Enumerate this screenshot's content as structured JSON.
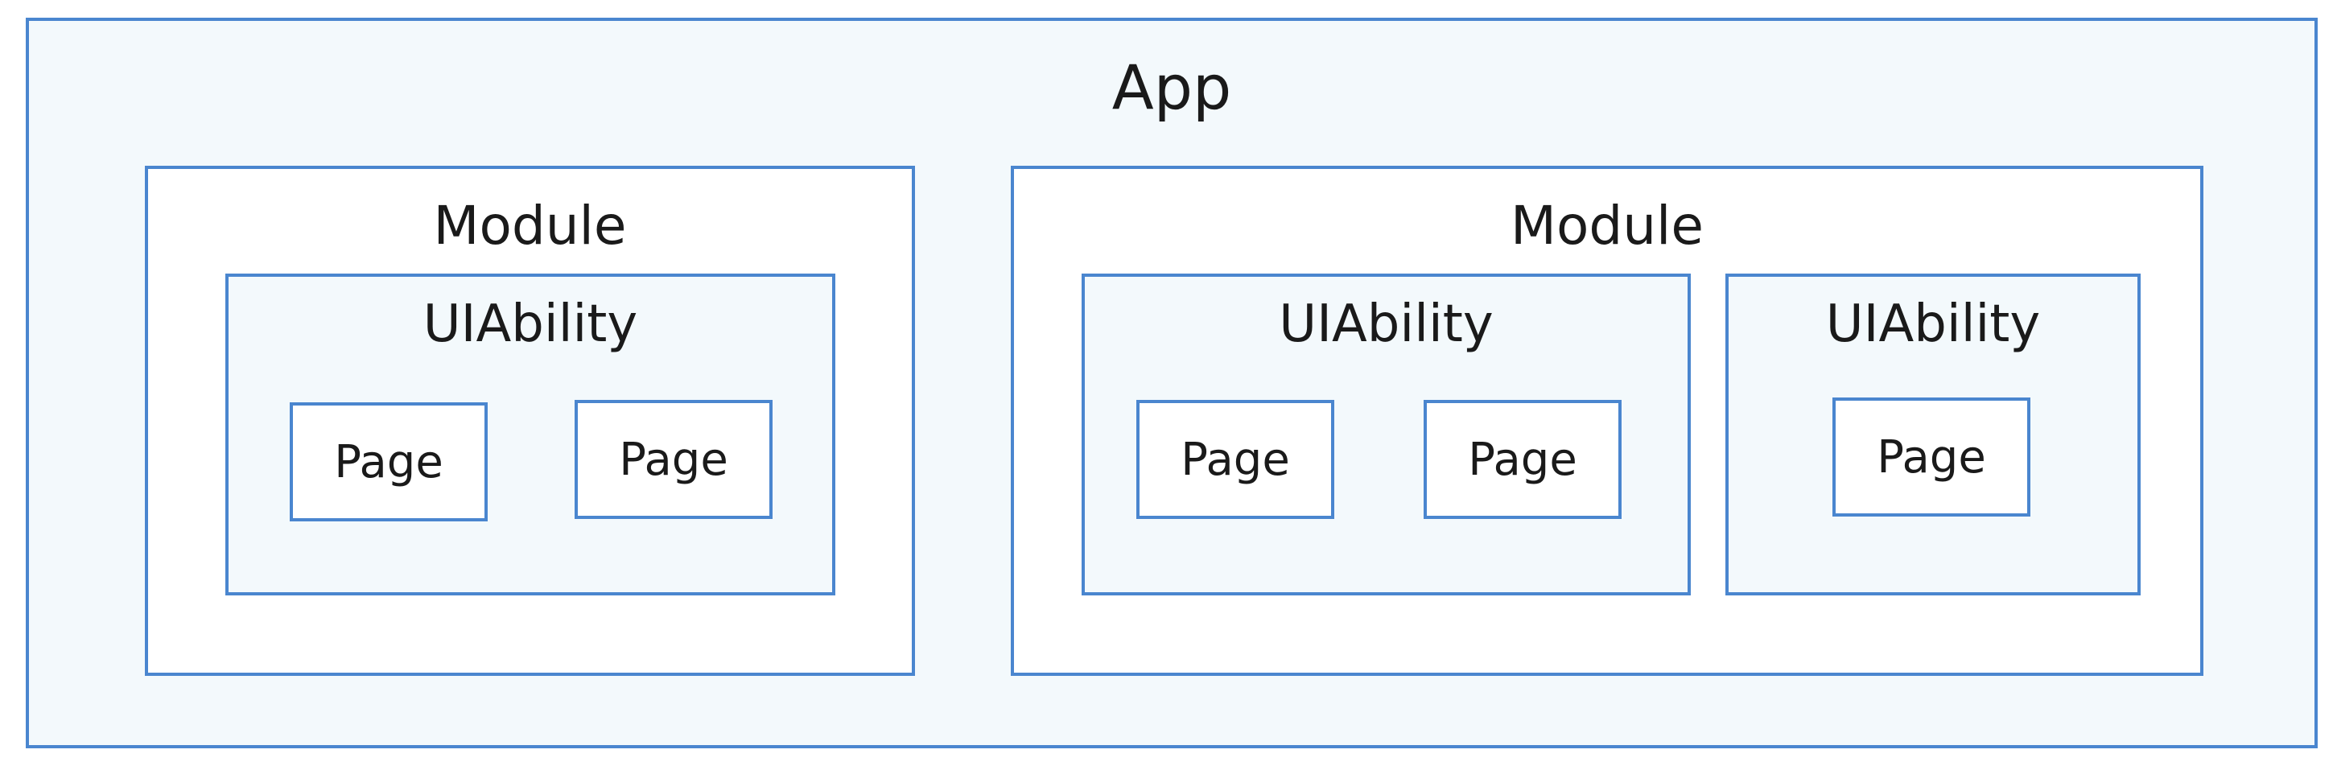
{
  "diagram": {
    "app": {
      "label": "App"
    },
    "modules": [
      {
        "label": "Module",
        "uiabilities": [
          {
            "label": "UIAbility",
            "pages": [
              "Page",
              "Page"
            ]
          }
        ]
      },
      {
        "label": "Module",
        "uiabilities": [
          {
            "label": "UIAbility",
            "pages": [
              "Page",
              "Page"
            ]
          },
          {
            "label": "UIAbility",
            "pages": [
              "Page"
            ]
          }
        ]
      }
    ]
  },
  "colors": {
    "border": "#4a86cf",
    "container_fill": "#f3f9fc",
    "module_fill": "#ffffff",
    "text": "#1a1a1a"
  }
}
